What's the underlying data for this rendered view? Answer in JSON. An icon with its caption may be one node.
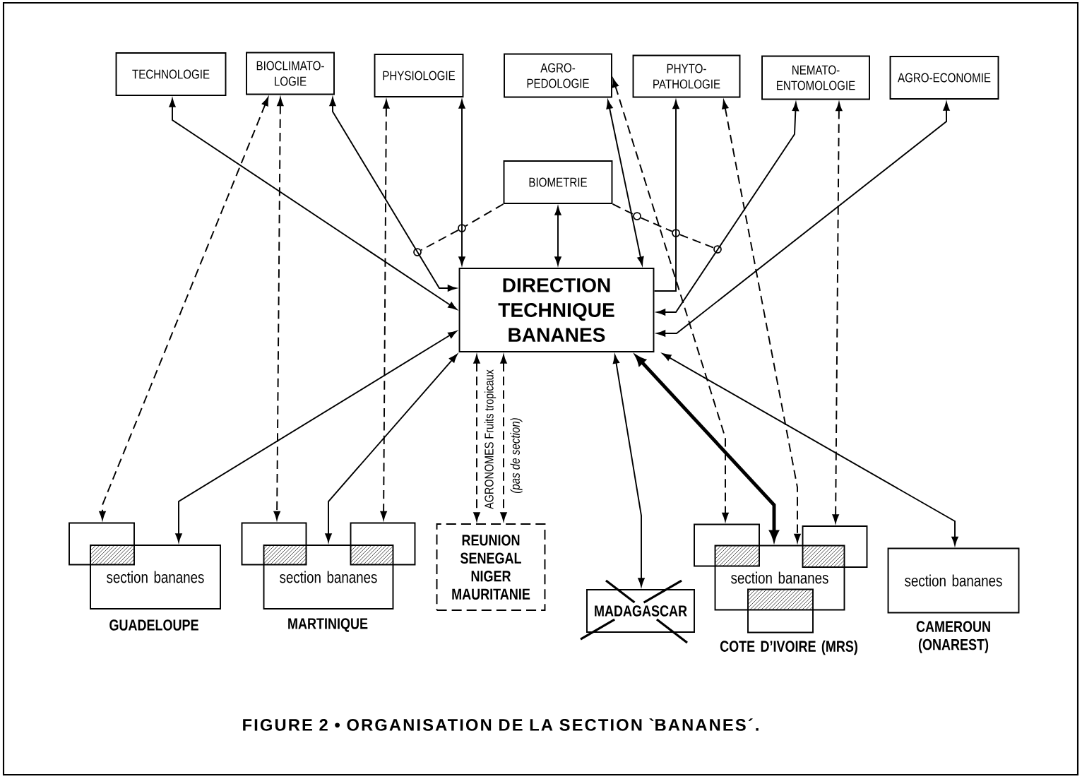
{
  "diagram": {
    "caption": "FIGURE 2 • ORGANISATION DE LA SECTION `BANANES´.",
    "nodes": [
      {
        "text": [
          "TECHNOLOGIE"
        ]
      },
      {
        "text": [
          "BIOCLIMATO- LOGIE"
        ]
      },
      {
        "text": [
          "PHYSIOLOGIE"
        ]
      },
      {
        "text": [
          "AGRO- PEDOLOGIE"
        ]
      },
      {
        "text": [
          "PHYTO- PATHOLOGIE"
        ]
      },
      {
        "text": [
          "NEMATO- ENTOMOLOGIE"
        ]
      },
      {
        "text": [
          "AGRO-ECONOMIE"
        ]
      },
      {
        "text": [
          "BIOMETRIE"
        ]
      },
      {
        "text": [
          "DIRECTION TECHNIQUE BANANES"
        ]
      },
      {
        "text": [],
        "shape": "circle"
      },
      {
        "text": [],
        "shape": "circle"
      },
      {
        "text": [],
        "shape": "circle"
      },
      {
        "text": [],
        "shape": "circle"
      },
      {
        "text": [],
        "shape": "circle"
      },
      {
        "text": [],
        "shape": "box"
      },
      {
        "text": [
          "section bananes"
        ],
        "beside": [
          "GUADELOUPE"
        ]
      },
      {
        "text": [],
        "shape": "box"
      },
      {
        "text": [
          "section bananes"
        ],
        "beside": [
          "MARTINIQUE"
        ]
      },
      {
        "text": [],
        "shape": "box"
      },
      {
        "text": [
          "REUNION SENEGAL NIGER MAURITANIE"
        ]
      },
      {
        "text": [
          "MADAGASCAR"
        ]
      },
      {
        "text": [],
        "shape": "box"
      },
      {
        "text": [
          "section bananes"
        ]
      },
      {
        "text": [],
        "shape": "box"
      },
      {
        "text": [],
        "shape": "box"
      },
      {
        "text": [
          "section bananes"
        ],
        "beside": [
          "CAMEROUN (ONAREST)"
        ]
      }
    ],
    "edges": [
      {
        "from": 0,
        "to": 8,
        "arrow": "both"
      },
      {
        "from": 1,
        "to": 14,
        "arrow": "both",
        "style": "dashed"
      },
      {
        "from": 1,
        "to": 16,
        "arrow": "both",
        "style": "dashed"
      },
      {
        "from": 1,
        "to": 8,
        "arrow": "both"
      },
      {
        "from": 2,
        "to": 18,
        "arrow": "both",
        "style": "dashed"
      },
      {
        "from": 2,
        "to": 8,
        "arrow": "both"
      },
      {
        "from": 3,
        "to": 8,
        "arrow": "both"
      },
      {
        "from": 3,
        "to": 21,
        "arrow": "both",
        "style": "dashed"
      },
      {
        "from": 8,
        "to": 4,
        "arrow": "to"
      },
      {
        "from": 4,
        "to": 22,
        "arrow": "both",
        "style": "dashed"
      },
      {
        "from": 5,
        "to": 8,
        "arrow": "both"
      },
      {
        "from": 5,
        "to": 23,
        "arrow": "both",
        "style": "dashed"
      },
      {
        "from": 6,
        "to": 8,
        "arrow": "both"
      },
      {
        "from": 7,
        "to": 8,
        "arrow": "both"
      },
      {
        "from": 7,
        "to": 10,
        "arrow": "none",
        "style": "dashed"
      },
      {
        "from": 10,
        "to": 9,
        "arrow": "none",
        "style": "dashed"
      },
      {
        "from": 7,
        "to": 11,
        "arrow": "none",
        "style": "dashed"
      },
      {
        "from": 11,
        "to": 12,
        "arrow": "none",
        "style": "dashed"
      },
      {
        "from": 12,
        "to": 13,
        "arrow": "none",
        "style": "dashed"
      },
      {
        "from": 8,
        "to": 15,
        "arrow": "both"
      },
      {
        "from": 8,
        "to": 17,
        "arrow": "both"
      },
      {
        "from": 8,
        "to": 19,
        "arrow": "both",
        "style": "dashed",
        "label": "AGRONOMES Fruits tropicaux"
      },
      {
        "from": 8,
        "to": 19,
        "arrow": "both",
        "style": "dashed",
        "label": "(pas de section)"
      },
      {
        "from": 8,
        "to": 20,
        "arrow": "both"
      },
      {
        "from": 8,
        "to": 22,
        "arrow": "both",
        "style": "thick"
      },
      {
        "from": 8,
        "to": 25,
        "arrow": "both"
      }
    ],
    "labels": [
      "COTE D’IVOIRE (MRS)"
    ]
  }
}
